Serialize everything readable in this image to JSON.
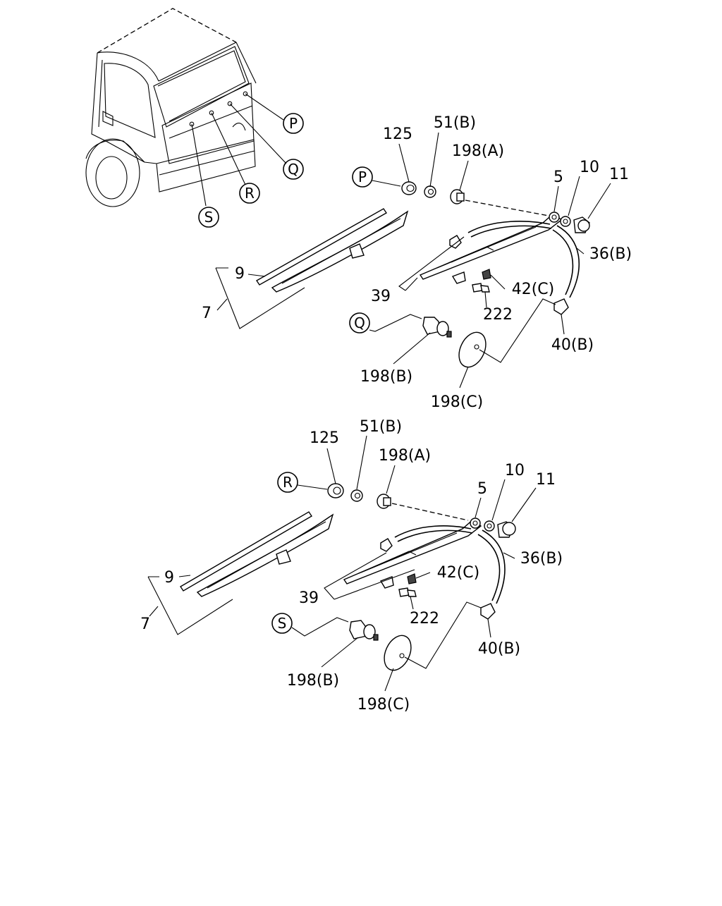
{
  "callouts": {
    "P": "P",
    "Q": "Q",
    "R": "R",
    "S": "S"
  },
  "parts": {
    "p5": "5",
    "p7": "7",
    "p9": "9",
    "p10": "10",
    "p11": "11",
    "p36b": "36(B)",
    "p39": "39",
    "p40b": "40(B)",
    "p42c": "42(C)",
    "p51b": "51(B)",
    "p125": "125",
    "p198a": "198(A)",
    "p198b": "198(B)",
    "p198c": "198(C)",
    "p222": "222"
  }
}
